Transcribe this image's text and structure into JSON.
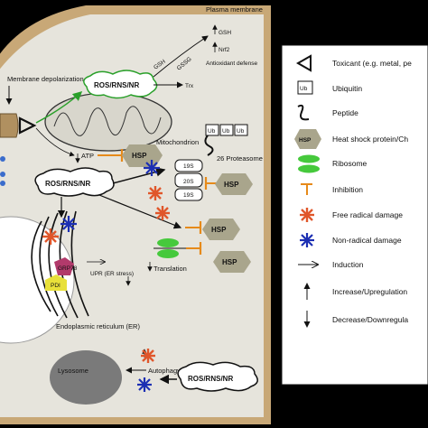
{
  "cell": {
    "plasma_membrane": "Plasma membrane",
    "membrane_depolarization": "Membrane depolarization",
    "ros_top": "ROS/RNS/NR",
    "gsh": "GSH",
    "gssg": "GSSG",
    "gsh2": "GSH",
    "nrf2": "Nrf2",
    "antioxidant_defense": "Antioxidant defense",
    "trx": "Trx",
    "mitochondrion": "Mitochondrion",
    "atp": "ATP",
    "hsp": "HSP",
    "ros_mid": "ROS/RNS/NR",
    "proteasome": "26 Proteasome",
    "ub": "Ub",
    "p19s_top": "19S",
    "p20s": "20S",
    "p19s_bottom": "19S",
    "translation": "Translation",
    "upr": "UPR (ER stress)",
    "grp": "GRP78",
    "pdi": "PDI",
    "er": "Endoplasmic reticulum (ER)",
    "lysosome": "Lysosome",
    "autophagy": "Autophagy",
    "ros_bottom": "ROS/RNS/NR"
  },
  "legend": {
    "items": [
      {
        "icon": "toxicant-triangle-icon",
        "label": "Toxicant (e.g. metal, pe"
      },
      {
        "icon": "ubiquitin-box-icon",
        "symbol": "Ub",
        "label": "Ubiquitin"
      },
      {
        "icon": "peptide-squiggle-icon",
        "label": "Peptide"
      },
      {
        "icon": "hsp-hexagon-icon",
        "symbol": "HSP",
        "label": "Heat shock protein/Ch"
      },
      {
        "icon": "ribosome-icon",
        "label": "Ribosome"
      },
      {
        "icon": "inhibition-icon",
        "label": "Inhibition"
      },
      {
        "icon": "free-radical-star-icon",
        "label": "Free radical damage"
      },
      {
        "icon": "non-radical-star-icon",
        "label": "Non-radical damage"
      },
      {
        "icon": "induction-arrow-icon",
        "label": "Induction"
      },
      {
        "icon": "up-arrow-icon",
        "label": "Increase/Upregulation"
      },
      {
        "icon": "down-arrow-icon",
        "label": "Decrease/Downregula"
      }
    ]
  },
  "colors": {
    "background": "#000000",
    "cytoplasm": "#e6e4dc",
    "membrane": "#c8a877",
    "hsp": "#a9a58c",
    "ribosome": "#46c93c",
    "inhibition": "#e68a1a",
    "free_radical": "#e0562a",
    "non_radical": "#1c2fb3",
    "grp": "#b23a6b",
    "pdi": "#e8e03a",
    "lysosome": "#7a7a7a",
    "arrow_green": "#2aa02a",
    "nucleus": "#ffffff"
  }
}
